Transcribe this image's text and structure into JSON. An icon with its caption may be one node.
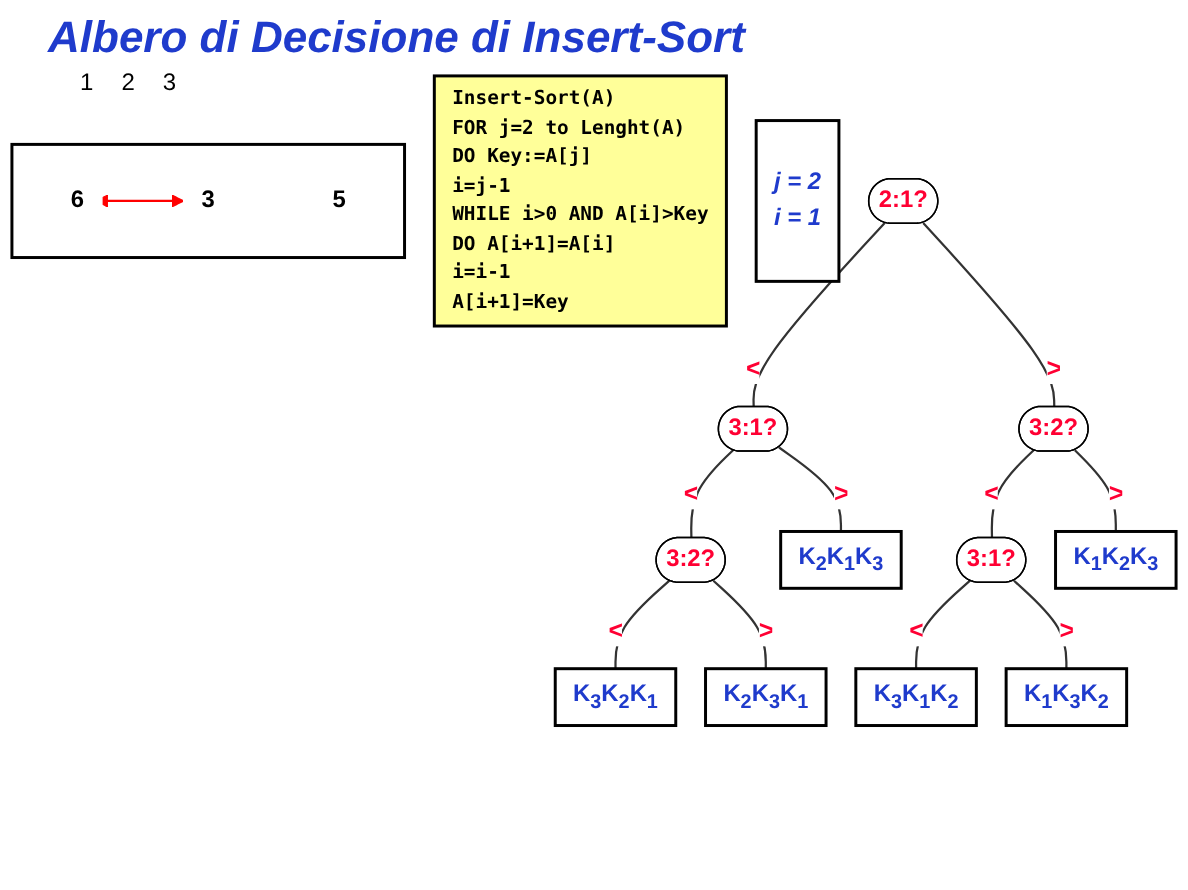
{
  "diagram": {
    "title": "Albero di Decisione di Insert-Sort",
    "nodes": [
      {
        "text": [
          "Insert-Sort(A)",
          "FOR j=2 to Lenght(A)",
          "DO Key:=A[j]",
          "i=j-1",
          "WHILE i>0 AND A[i]>Key",
          "DO A[i+1]=A[i]",
          "i=i-1",
          "A[i+1]=Key"
        ]
      },
      {
        "text": [
          "j = 2",
          "i = 1"
        ]
      },
      {
        "text": [],
        "shape": "box"
      },
      {
        "text": [
          "6"
        ],
        "in": 2
      },
      {
        "text": [
          "3"
        ],
        "in": 2
      },
      {
        "text": [
          "5"
        ],
        "in": 2
      },
      {
        "text": [
          "2:1?"
        ]
      },
      {
        "text": [
          "3:1?"
        ]
      },
      {
        "text": [
          "3:2?"
        ]
      },
      {
        "text": [
          "3:2?"
        ]
      },
      {
        "text": [
          "K$_{2}$K$_{1}$K$_{3}$"
        ]
      },
      {
        "text": [
          "3:1?"
        ]
      },
      {
        "text": [
          "K$_{1}$K$_{2}$K$_{3}$"
        ]
      },
      {
        "text": [
          "K$_{3}$K$_{2}$K$_{1}$"
        ]
      },
      {
        "text": [
          "K$_{2}$K$_{3}$K$_{1}$"
        ]
      },
      {
        "text": [
          "K$_{3}$K$_{1}$K$_{2}$"
        ]
      },
      {
        "text": [
          "K$_{1}$K$_{3}$K$_{2}$"
        ]
      }
    ],
    "edges": [
      {
        "from": 3,
        "to": 4,
        "arrow": "both",
        "color": "#ff0000"
      },
      {
        "from": 6,
        "to": 7,
        "arrow": "none",
        "label": "<"
      },
      {
        "from": 6,
        "to": 8,
        "arrow": "none",
        "label": ">"
      },
      {
        "from": 7,
        "to": 9,
        "arrow": "none",
        "label": "<"
      },
      {
        "from": 7,
        "to": 10,
        "arrow": "none",
        "label": ">"
      },
      {
        "from": 9,
        "to": 13,
        "arrow": "none",
        "label": "<"
      },
      {
        "from": 9,
        "to": 14,
        "arrow": "none",
        "label": ">"
      },
      {
        "from": 8,
        "to": 11,
        "arrow": "none",
        "label": "<"
      },
      {
        "from": 8,
        "to": 12,
        "arrow": "none",
        "label": ">"
      },
      {
        "from": 11,
        "to": 15,
        "arrow": "none",
        "label": "<"
      },
      {
        "from": 11,
        "to": 16,
        "arrow": "none",
        "label": ">"
      }
    ],
    "labels": [
      "1",
      "2",
      "3"
    ]
  }
}
